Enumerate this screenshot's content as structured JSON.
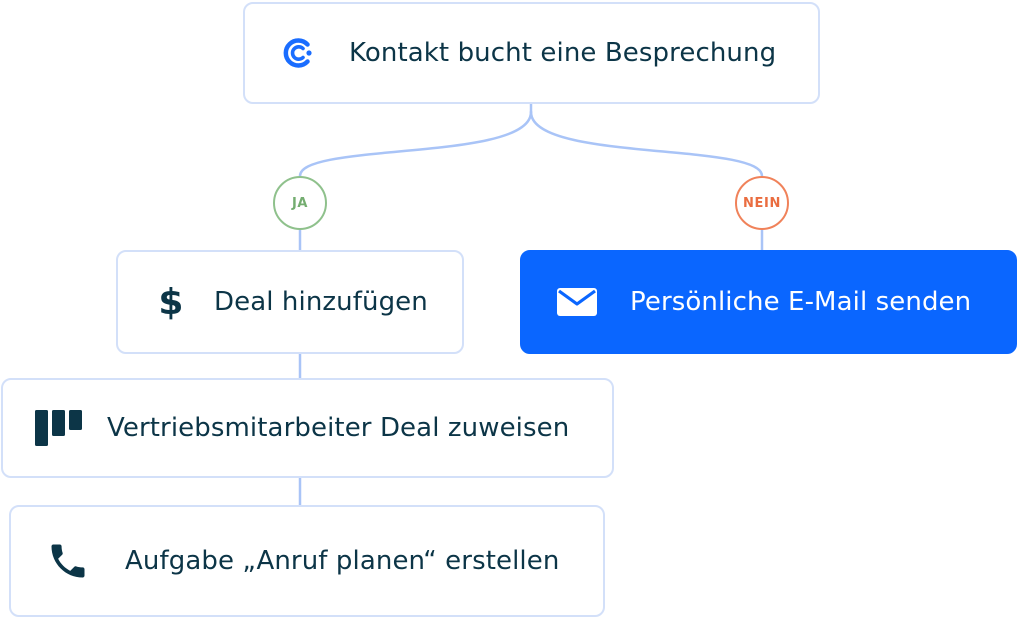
{
  "trigger": {
    "label": "Kontakt bucht eine Besprechung",
    "icon": "calendly-logo-icon"
  },
  "branches": {
    "yes_label": "JA",
    "no_label": "NEIN"
  },
  "steps": {
    "add_deal": {
      "label": "Deal hinzufügen",
      "icon": "dollar-icon"
    },
    "assign_deal": {
      "label": "Vertriebsmitarbeiter Deal zuweisen",
      "icon": "kanban-board-icon"
    },
    "create_task": {
      "label": "Aufgabe „Anruf planen“ erstellen",
      "icon": "phone-icon"
    },
    "send_email": {
      "label": "Persönliche E-Mail senden",
      "icon": "envelope-icon"
    }
  },
  "colors": {
    "connector": "#a9c4f7",
    "card_border": "#d3e0f9",
    "text": "#0c3547",
    "primary": "#0a66ff",
    "yes": "#8fc18c",
    "no": "#f0825a",
    "brand_icon": "#1a6dff"
  }
}
